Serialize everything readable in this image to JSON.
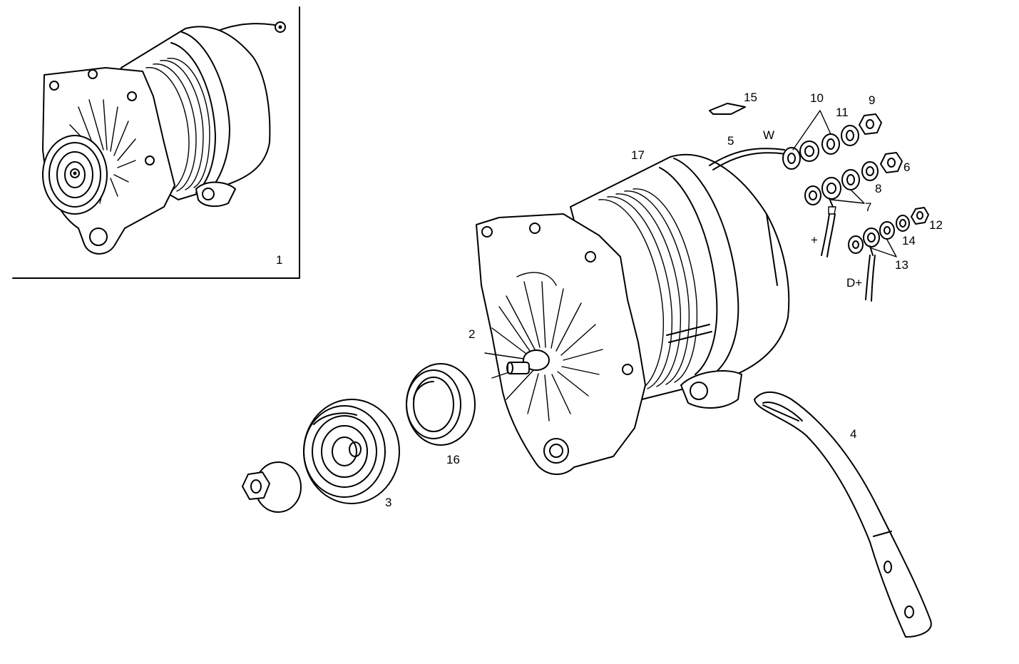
{
  "labels": {
    "l1": "1",
    "l2": "2",
    "l3": "3",
    "l4": "4",
    "l5": "5",
    "l6": "6",
    "l7": "7",
    "l8": "8",
    "l9": "9",
    "l10": "10",
    "l11": "11",
    "l12": "12",
    "l13": "13",
    "l14": "14",
    "l15": "15",
    "l16": "16",
    "l17": "17",
    "w": "W",
    "plus": "+",
    "dplus": "D+"
  }
}
